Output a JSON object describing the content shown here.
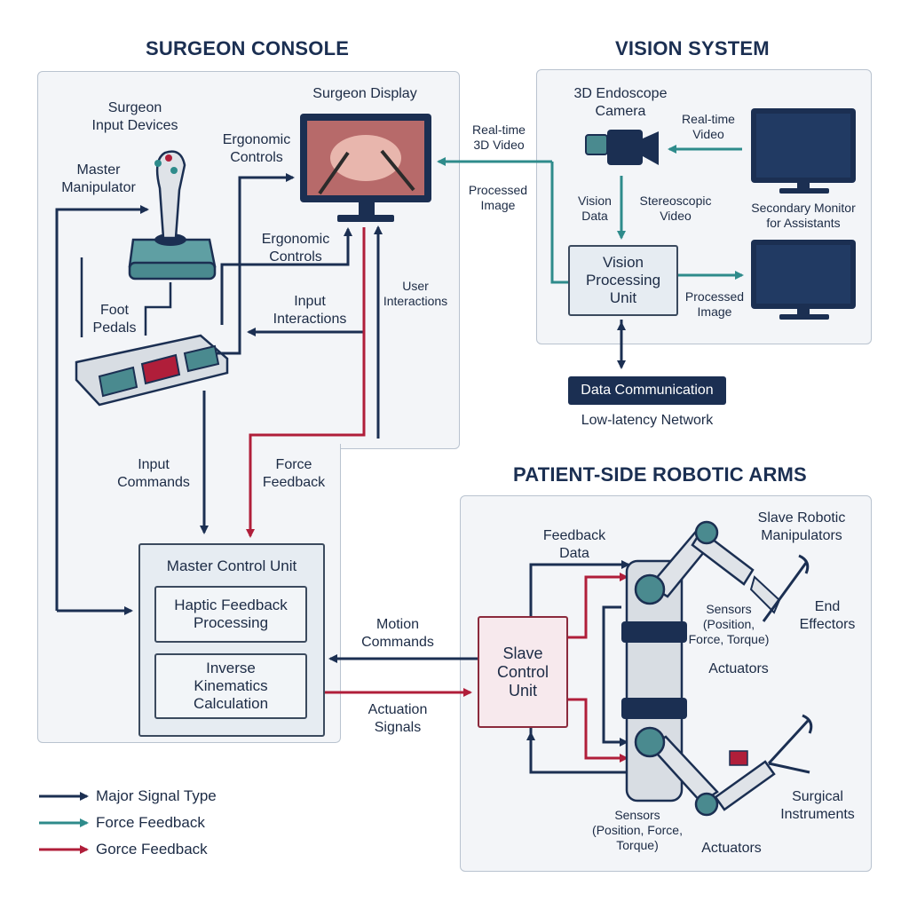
{
  "sections": {
    "console": "SURGEON CONSOLE",
    "vision": "VISION SYSTEM",
    "arms": "PATIENT-SIDE ROBOTIC ARMS"
  },
  "console": {
    "input_devices": "Surgeon\nInput Devices",
    "master_manipulator": "Master\nManipulator",
    "display": "Surgeon Display",
    "ergo_top": "Ergonomic\nControls",
    "ergo_mid": "Ergonomic\nControls",
    "input_interactions": "Input\nInteractions",
    "user_interactions": "User\nInteractions",
    "foot_pedals": "Foot\nPedals",
    "input_commands": "Input\nCommands",
    "force_feedback": "Force\nFeedback"
  },
  "master_unit": {
    "title": "Master Control Unit",
    "haptic": "Haptic Feedback\nProcessing",
    "ik": "Inverse\nKinematics\nCalculation"
  },
  "vision": {
    "realtime_3d": "Real-time\n3D Video",
    "processed_image_left": "Processed\nImage",
    "endoscope": "3D Endoscope\nCamera",
    "realtime_video": "Real-time\nVideo",
    "vision_data": "Vision\nData",
    "stereo_video": "Stereoscopic\nVideo",
    "secondary_monitor": "Secondary Monitor\nfor Assistants",
    "vpu": "Vision\nProcessing\nUnit",
    "processed_image_right": "Processed\nImage",
    "data_comm": "Data Communication",
    "network": "Low-latency Network"
  },
  "links": {
    "motion_commands": "Motion\nCommands",
    "actuation_signals": "Actuation\nSignals"
  },
  "arms": {
    "feedback_data": "Feedback\nData",
    "slave_manipulators": "Slave Robotic\nManipulators",
    "slave_unit": "Slave\nControl\nUnit",
    "sensors_top": "Sensors\n(Position,\nForce, Torque)",
    "end_effectors": "End\nEffectors",
    "actuators_top": "Actuators",
    "sensors_bottom": "Sensors\n(Position, Force,\nTorque)",
    "surgical_instruments": "Surgical\nInstruments",
    "actuators_bottom": "Actuators"
  },
  "legend": [
    {
      "label": "Major Signal Type",
      "color": "#1b2f52"
    },
    {
      "label": "Force Feedback",
      "color": "#2e8b8b"
    },
    {
      "label": "Gorce Feedback",
      "color": "#b01e3a"
    }
  ],
  "colors": {
    "navy": "#1b2f52",
    "teal": "#2e8b8b",
    "red": "#b01e3a"
  }
}
